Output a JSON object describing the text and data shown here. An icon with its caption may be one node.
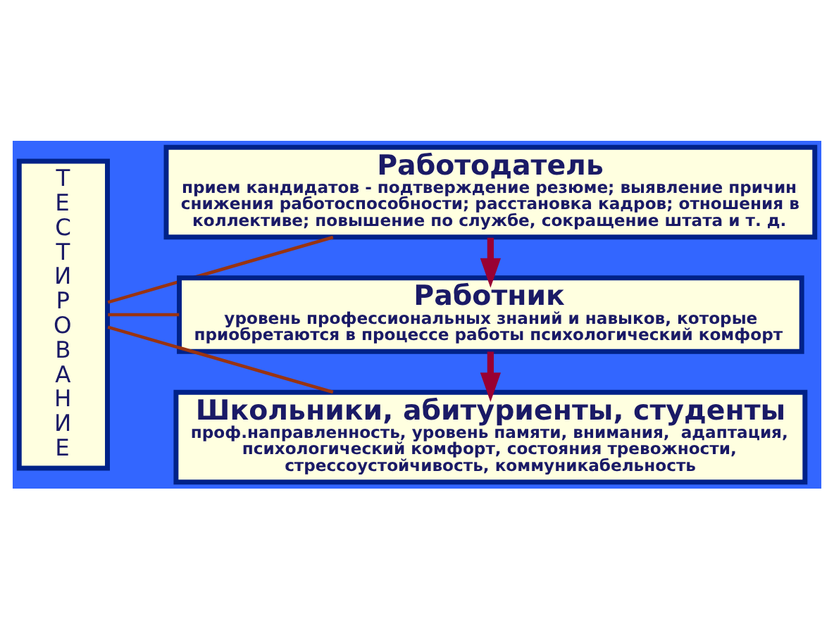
{
  "diagram": {
    "nodes": [
      {
        "text": [
          "ТЕСТИРОВАНИЕ"
        ]
      },
      {
        "text": [
          "Работодатель",
          "прием кандидатов - подтверждение резюме; выявление причин снижения работоспособности; расстановка кадров; отношения в коллективе; повышение по службе, сокращение штата и т. д."
        ]
      },
      {
        "text": [
          "Работник",
          "уровень профессиональных знаний и навыков, которые приобретаются в процессе работы психологический комфорт"
        ]
      },
      {
        "text": [
          "Школьники, абитуриенты, студенты",
          "проф.направленность, уровень памяти, внимания,  адаптация, психологический комфорт, состояния тревожности, стрессоустойчивость, коммуникабельность"
        ]
      }
    ],
    "edges": [
      {
        "from": 0,
        "to": 1,
        "arrow": "none"
      },
      {
        "from": 0,
        "to": 2,
        "arrow": "none"
      },
      {
        "from": 0,
        "to": 3,
        "arrow": "none"
      },
      {
        "from": 1,
        "to": 2,
        "arrow": "to",
        "style": "thick",
        "color": "#990033"
      },
      {
        "from": 2,
        "to": 3,
        "arrow": "to",
        "style": "thick",
        "color": "#990033"
      }
    ]
  }
}
